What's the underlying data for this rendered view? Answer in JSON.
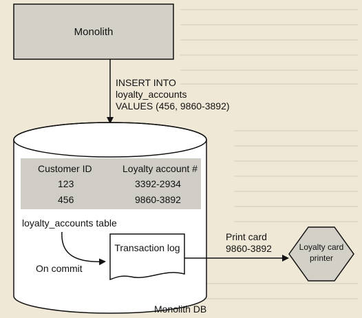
{
  "monolith": {
    "label": "Monolith"
  },
  "insert_statement": {
    "line1": "INSERT INTO",
    "line2": "loyalty_accounts",
    "line3": "VALUES (456, 9860-3892)"
  },
  "table": {
    "headers": [
      "Customer ID",
      "Loyalty account #"
    ],
    "rows": [
      [
        "123",
        "3392-2934"
      ],
      [
        "456",
        "9860-3892"
      ]
    ],
    "caption": "loyalty_accounts table"
  },
  "on_commit": "On commit",
  "transaction_log": "Transaction log",
  "database_label": "Monolith DB",
  "print_card": {
    "line1": "Print card",
    "line2": "9860-3892"
  },
  "printer": {
    "line1": "Loyalty card",
    "line2": "printer"
  },
  "colors": {
    "page": "#efe8d6",
    "box_fill": "#d3d0c7",
    "table_band": "#cfcdc6",
    "white": "#ffffff",
    "ink": "#111111"
  }
}
